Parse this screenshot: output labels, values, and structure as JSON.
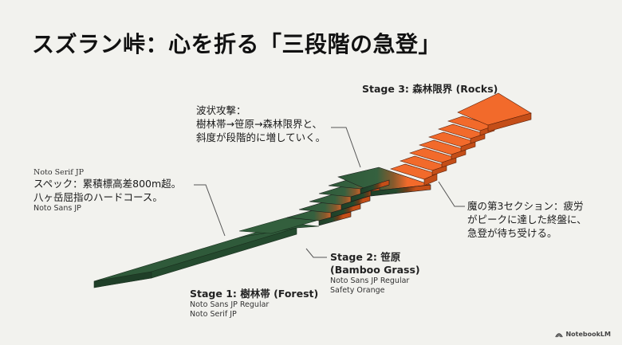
{
  "title": "スズラン峠：心を折る「三段階の急登」",
  "annotations": {
    "wave": {
      "line1": "波状攻撃：",
      "line2": "樹林帯→笹原→森林限界と、",
      "line3": "斜度が段階的に増していく。"
    },
    "spec": {
      "font_note_top": "Noto Serif JP",
      "line1": "スペック：累積標高差800m超。",
      "line2": "八ヶ岳屈指のハードコース。",
      "font_note_bottom": "Noto Sans JP"
    },
    "demon": {
      "line1": "魔の第3セクション：疲労",
      "line2": "がピークに達した終盤に、",
      "line3": "急登が待ち受ける。"
    }
  },
  "stages": [
    {
      "label": "Stage 1: 樹林帯 (Forest)",
      "note1": "Noto Sans JP Regular",
      "note2": "Noto Serif JP"
    },
    {
      "label_line1": "Stage 2: 笹原",
      "label_line2": "(Bamboo Grass)",
      "note1": "Noto Sans JP Regular",
      "note2": "Safety Orange"
    },
    {
      "label": "Stage 3: 森林限界 (Rocks)"
    }
  ],
  "colors": {
    "background": "#f2f2ee",
    "forest_green": "#2f5a3a",
    "forest_dark": "#1f3f28",
    "safety_orange": "#f26a2b",
    "orange_dark": "#c44e18",
    "leader_line": "#555555"
  },
  "brand": {
    "icon": "notebooklm-icon",
    "label": "NotebookLM"
  }
}
